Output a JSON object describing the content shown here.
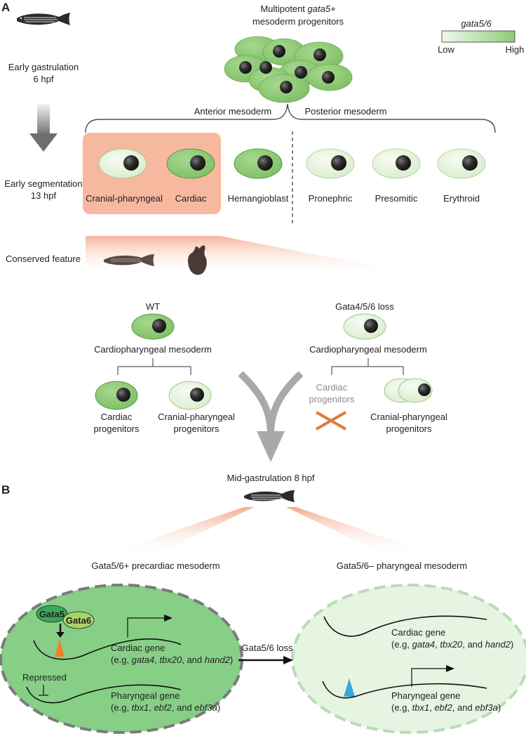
{
  "panel_a": {
    "letter": "A",
    "progenitors_title_1": "Multipotent ",
    "progenitors_title_gene": "gata5",
    "progenitors_title_2": "+",
    "progenitors_title_3": "mesoderm progenitors",
    "legend": {
      "title": "gata5/6",
      "low": "Low",
      "high": "High",
      "low_color": "#f1f8ec",
      "high_color": "#8ccc74"
    },
    "stage1_line1": "Early gastrulation",
    "stage1_line2": "6 hpf",
    "stage2_line1": "Early segmentation",
    "stage2_line2": "13 hpf",
    "anterior": "Anterior mesoderm",
    "posterior": "Posterior mesoderm",
    "lineages": [
      "Cranial-pharyngeal",
      "Cardiac",
      "Hemangioblast",
      "Pronephric",
      "Presomitic",
      "Erythroid"
    ],
    "conserved": "Conserved feature",
    "wt": {
      "title": "WT",
      "parent": "Cardiopharyngeal mesoderm",
      "child1_l1": "Cardiac",
      "child1_l2": "progenitors",
      "child2_l1": "Cranial-pharyngeal",
      "child2_l2": "progenitors"
    },
    "loss": {
      "title": "Gata4/5/6 loss",
      "parent": "Cardiopharyngeal mesoderm",
      "child1_l1": "Cardiac",
      "child1_l2": "progenitors",
      "child2_l1": "Cranial-pharyngeal",
      "child2_l2": "progenitors"
    },
    "mid_stage": "Mid-gastrulation 8 hpf"
  },
  "panel_b": {
    "letter": "B",
    "left_title": "Gata5/6+ precardiac mesoderm",
    "right_title": "Gata5/6– pharyngeal mesoderm",
    "gata5": "Gata5",
    "gata6": "Gata6",
    "repressed": "Repressed",
    "arrow_label": "Gata5/6 loss",
    "cardiac_gene": "Cardiac gene",
    "cardiac_examples": {
      "pre": "(e.g, ",
      "g1": "gata4",
      "sep1": ", ",
      "g2": "tbx20",
      "sep2": ", and ",
      "g3": "hand2",
      "post": ")"
    },
    "pharyngeal_gene": "Pharyngeal gene",
    "pharyngeal_examples": {
      "pre": "(e.g, ",
      "g1": "tbx1",
      "sep1": ", ",
      "g2": "ebf2",
      "sep2": ", and ",
      "g3": "ebf3a",
      "post": ")"
    }
  },
  "colors": {
    "cell_high": "#8ccc74",
    "cell_low": "#e4f3dc",
    "highlight_box": "#f7b8a0",
    "orange_marker": "#f07f2a",
    "blue_marker": "#39a7d8",
    "cross": "#e07a3a"
  }
}
